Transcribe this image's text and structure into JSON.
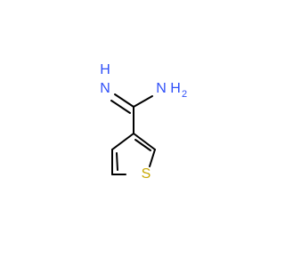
{
  "molecule": {
    "atoms": {
      "imine_n": {
        "symbol": "N",
        "hydrogens": "H",
        "color": "#3050F8"
      },
      "amine_n": {
        "symbol": "N",
        "hydrogens": "H",
        "hydrogen_subscript": "2",
        "color": "#3050F8"
      },
      "sulfur": {
        "symbol": "S",
        "color": "#C8A800"
      }
    },
    "bond_color": "#000000"
  }
}
